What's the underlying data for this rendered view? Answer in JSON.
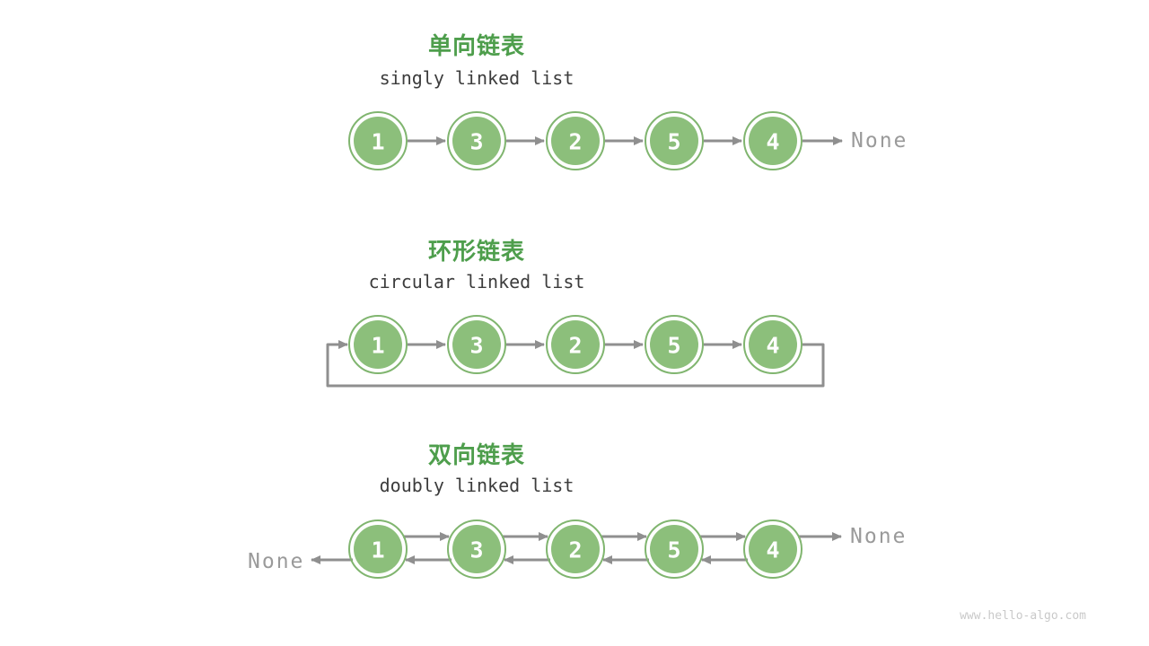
{
  "sections": [
    {
      "type": "singly",
      "title": "单向链表",
      "subtitle": "singly linked list",
      "nodes": [
        "1",
        "3",
        "2",
        "5",
        "4"
      ],
      "tail_label": "None"
    },
    {
      "type": "circular",
      "title": "环形链表",
      "subtitle": "circular linked list",
      "nodes": [
        "1",
        "3",
        "2",
        "5",
        "4"
      ]
    },
    {
      "type": "doubly",
      "title": "双向链表",
      "subtitle": "doubly linked list",
      "nodes": [
        "1",
        "3",
        "2",
        "5",
        "4"
      ],
      "head_label": "None",
      "tail_label": "None"
    }
  ],
  "watermark": "www.hello-algo.com",
  "colors": {
    "bg": "#FFFFFF",
    "node_fill": "#8CBF7B",
    "node_ring": "#80B56F",
    "node_value_text": "#FFFFFF",
    "title_green": "#4E9E4C",
    "subtitle_text": "#3C3C3C",
    "arrow": "#8F8F8F",
    "none_text": "#9A9A9A",
    "watermark": "#C9C9C9"
  }
}
